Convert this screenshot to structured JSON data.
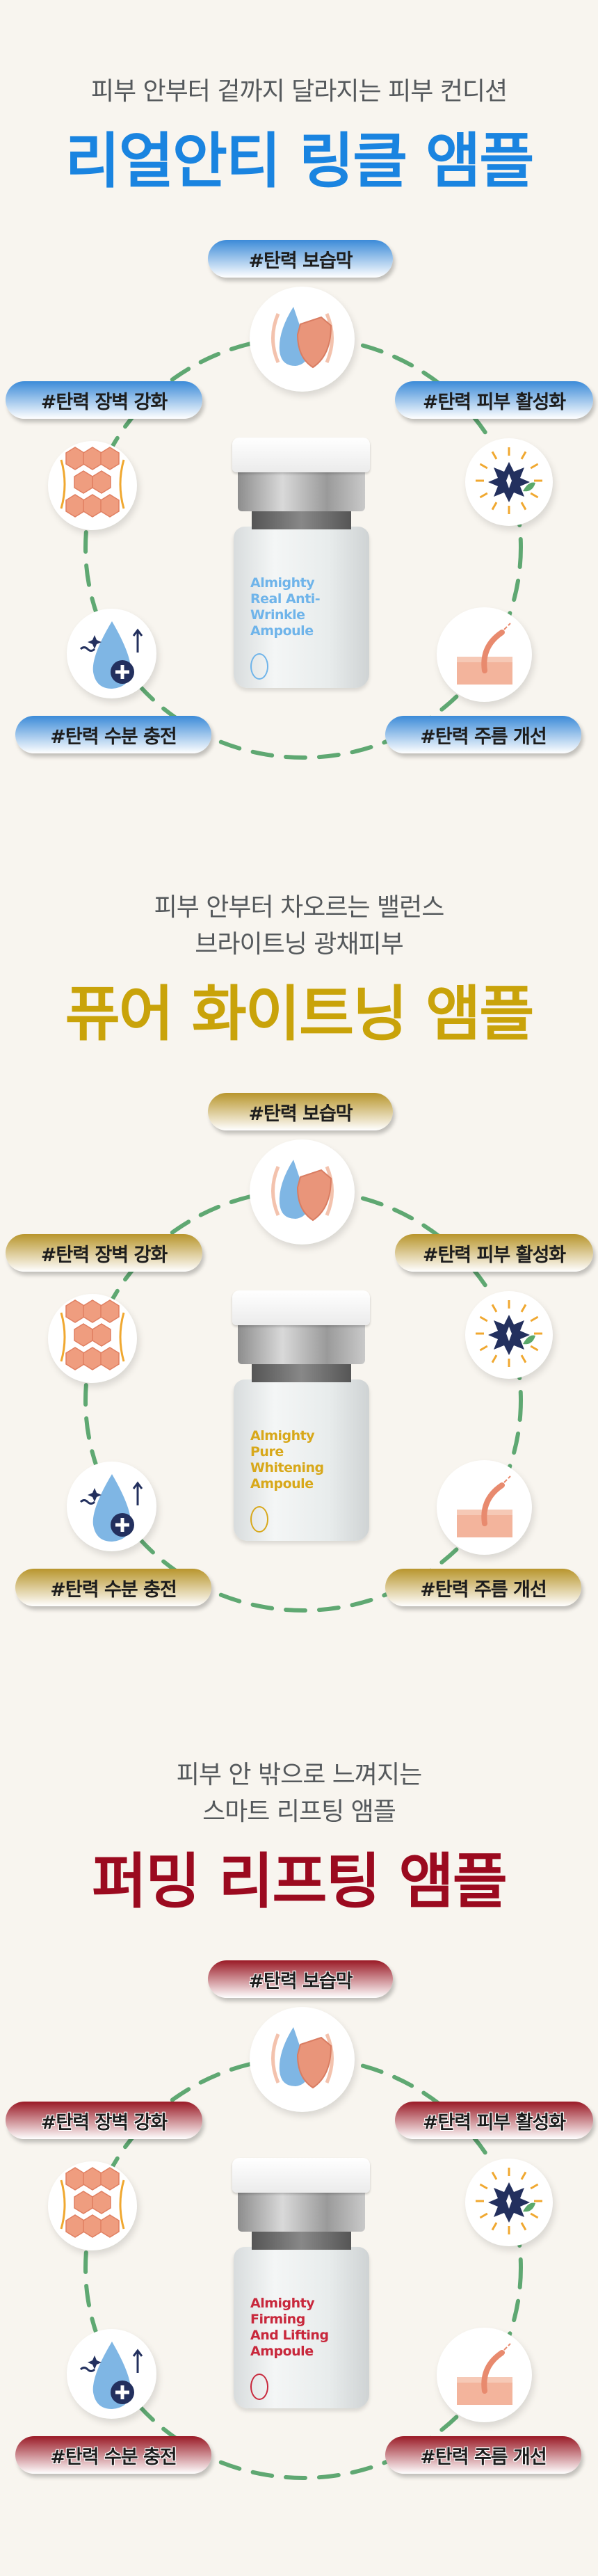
{
  "colors": {
    "background": "#f8f5ef",
    "ring": "#5fa872",
    "subtitle": "#55595c"
  },
  "sections": [
    {
      "accent": "#1a84e0",
      "badge_top": "#3c8bd8",
      "subtitle_lines": [
        "피부 안부터 겉까지 달라지는 피부 컨디션"
      ],
      "title": "리얼안티 링클 앰플",
      "bottle_label": [
        "Almighty",
        "Real Anti-Wrinkle",
        "Ampoule"
      ],
      "label_color": "#6fb4ea",
      "badges": {
        "top": "#탄력 보습막",
        "left": "#탄력 장벽 강화",
        "right": "#탄력 피부 활성화",
        "bottom_left": "#탄력 수분 충전",
        "bottom_right": "#탄력 주름 개선"
      }
    },
    {
      "accent": "#c9a30a",
      "badge_top": "#b8952c",
      "subtitle_lines": [
        "피부 안부터 차오르는 밸런스",
        "브라이트닝 광채피부"
      ],
      "title": "퓨어 화이트닝 앰플",
      "bottle_label": [
        "Almighty",
        "Pure",
        "Whitening",
        "Ampoule"
      ],
      "label_color": "#d8a81a",
      "badges": {
        "top": "#탄력 보습막",
        "left": "#탄력 장벽 강화",
        "right": "#탄력 피부 활성화",
        "bottom_left": "#탄력 수분 충전",
        "bottom_right": "#탄력 주름 개선"
      }
    },
    {
      "accent": "#9b0a1f",
      "badge_top": "#9a1a26",
      "subtitle_lines": [
        "피부 안 밖으로 느껴지는",
        "스마트 리프팅 앰플"
      ],
      "title": "퍼밍 리프팅 앰플",
      "bottle_label": [
        "Almighty",
        "Firming",
        "And Lifting",
        "Ampoule"
      ],
      "label_color": "#c8283c",
      "badges": {
        "top": "#탄력 보습막",
        "left": "#탄력 장벽 강화",
        "right": "#탄력 피부 활성화",
        "bottom_left": "#탄력 수분 충전",
        "bottom_right": "#탄력 주름 개선"
      }
    }
  ]
}
